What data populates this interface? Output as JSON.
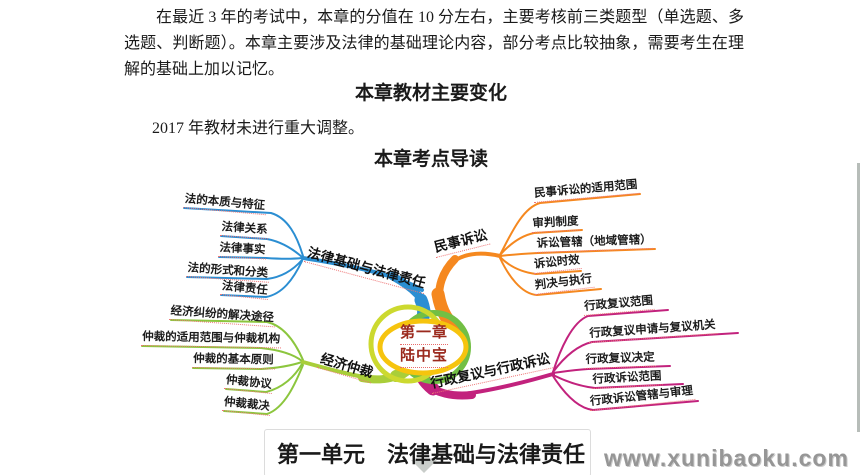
{
  "intro_paragraph": "在最近 3 年的考试中，本章的分值在 10 分左右，主要考核前三类题型（单选题、多选题、判断题）。本章主要涉及法律的基础理论内容，部分考点比较抽象，需要考生在理解的基础上加以记忆。",
  "section_changes": {
    "title": "本章教材主要变化",
    "body": "2017 年教材未进行重大调整。"
  },
  "section_guide": {
    "title": "本章考点导读"
  },
  "mindmap": {
    "center": {
      "line1": "第一章",
      "line2": "陆中宝"
    },
    "branches": [
      {
        "label": "法律基础与法律责任",
        "color": "#2b8ed2",
        "children": [
          "法的本质与特征",
          "法律关系",
          "法律事实",
          "法的形式和分类",
          "法律责任"
        ]
      },
      {
        "label": "民事诉讼",
        "color": "#f5881f",
        "children": [
          "民事诉讼的适用范围",
          "审判制度",
          "诉讼管辖（地域管辖）",
          "诉讼时效",
          "判决与执行"
        ]
      },
      {
        "label": "经济仲裁",
        "color": "#8cc63e",
        "children": [
          "经济纠纷的解决途径",
          "仲裁的适用范围与仲裁机构",
          "仲裁的基本原则",
          "仲裁协议",
          "仲裁裁决"
        ]
      },
      {
        "label": "行政复议与行政诉讼",
        "color": "#c2227d",
        "children": [
          "行政复议范围",
          "行政复议申请与复议机关",
          "行政复议决定",
          "行政诉讼范围",
          "行政诉讼管辖与审理"
        ]
      }
    ],
    "hub_ring_color": "#f6c40e",
    "hub_text_color": "#9b2a1e"
  },
  "unit_heading": "第一单元　法律基础与法律责任",
  "watermark": "www.xunibaoku.com"
}
